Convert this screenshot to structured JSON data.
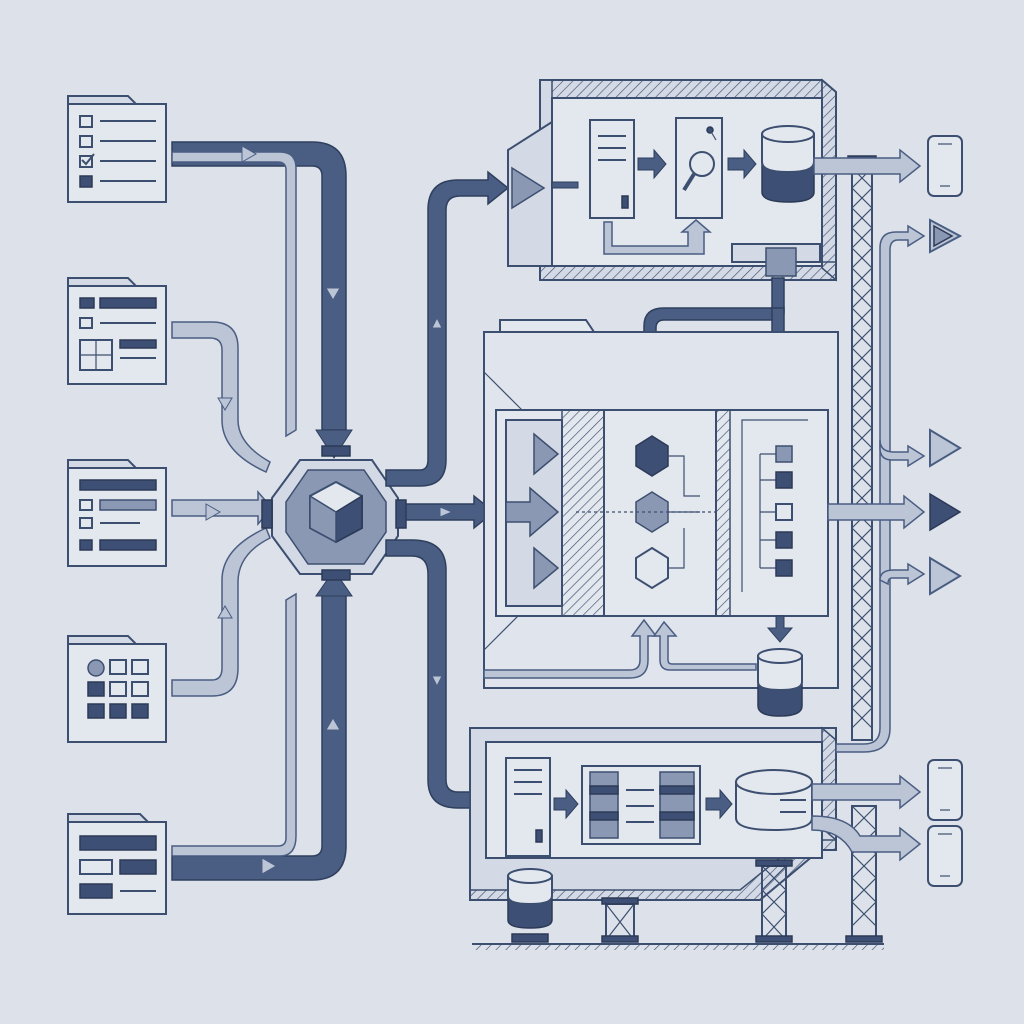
{
  "colors": {
    "background": "#dde2ea",
    "pipe_dark": "#4a5d82",
    "pipe_light": "#bcc5d6",
    "outline": "#3d4f70",
    "fill_dark": "#3d4f74"
  },
  "diagram": {
    "sources": [
      {
        "icon": "checklist-document-icon"
      },
      {
        "icon": "form-document-icon"
      },
      {
        "icon": "list-document-icon"
      },
      {
        "icon": "grid-document-icon"
      },
      {
        "icon": "layout-document-icon"
      }
    ],
    "hub": {
      "icon": "polyhedron-hub-icon"
    },
    "stages": [
      {
        "name": "ingestion-module",
        "icons": [
          "server-icon",
          "inspect-chart-icon",
          "database-icon"
        ]
      },
      {
        "name": "processing-module",
        "icons": [
          "triangle-flow-icon",
          "hexagon-node-icon",
          "tree-node-icon",
          "database-icon"
        ]
      },
      {
        "name": "storage-module",
        "icons": [
          "server-icon",
          "table-icon",
          "disk-icon",
          "database-icon"
        ]
      }
    ],
    "outputs": [
      {
        "icon": "mobile-device-icon"
      },
      {
        "icon": "play-arrow-icon"
      },
      {
        "icon": "play-arrow-icon"
      },
      {
        "icon": "play-arrow-icon"
      },
      {
        "icon": "play-arrow-icon"
      },
      {
        "icon": "mobile-device-icon"
      },
      {
        "icon": "mobile-device-icon"
      }
    ]
  }
}
